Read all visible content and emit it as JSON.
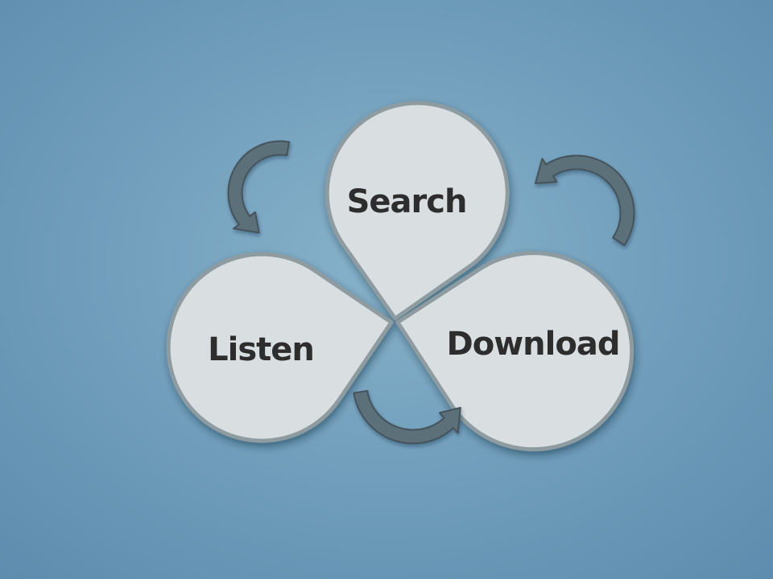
{
  "slide": {
    "background_center_color": "#87b2ca",
    "background_mid_color": "#6e9cba",
    "background_edge_color": "#5d8cae"
  },
  "diagram": {
    "type": "cycle",
    "nodes": [
      {
        "id": "search",
        "label": "Search"
      },
      {
        "id": "listen",
        "label": "Listen"
      },
      {
        "id": "download",
        "label": "Download"
      }
    ],
    "arrows": [
      {
        "from": "search",
        "to": "listen",
        "position": "top-left"
      },
      {
        "from": "listen",
        "to": "download",
        "position": "bottom"
      },
      {
        "from": "download",
        "to": "search",
        "position": "top-right"
      }
    ],
    "colors": {
      "petal_fill": "#d9dee1",
      "petal_border": "#8e9ca1",
      "arrow_fill": "#5c6f79",
      "arrow_border": "#45535b",
      "label": "#2d2d2d"
    }
  }
}
